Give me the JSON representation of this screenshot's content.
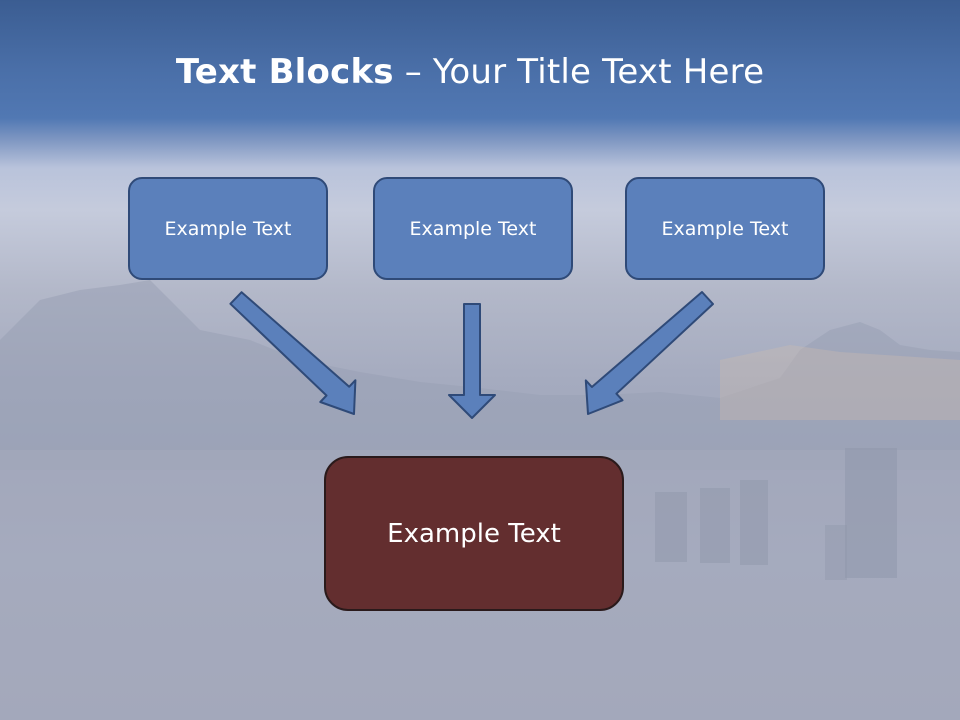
{
  "title": {
    "bold": "Text Blocks",
    "rest": " – Your Title Text Here"
  },
  "boxes": {
    "left": "Example Text",
    "center": "Example Text",
    "right": "Example Text",
    "main": "Example Text"
  },
  "colors": {
    "header_band": "#4a6fa8",
    "box_fill": "#5b80bb",
    "box_border": "#2f4a78",
    "main_box_fill": "#632e2f",
    "arrow_fill": "#5b80bb",
    "text": "#ffffff"
  },
  "icons": {
    "arrow_left": "arrow-down-right-icon",
    "arrow_center": "arrow-down-icon",
    "arrow_right": "arrow-down-left-icon"
  }
}
